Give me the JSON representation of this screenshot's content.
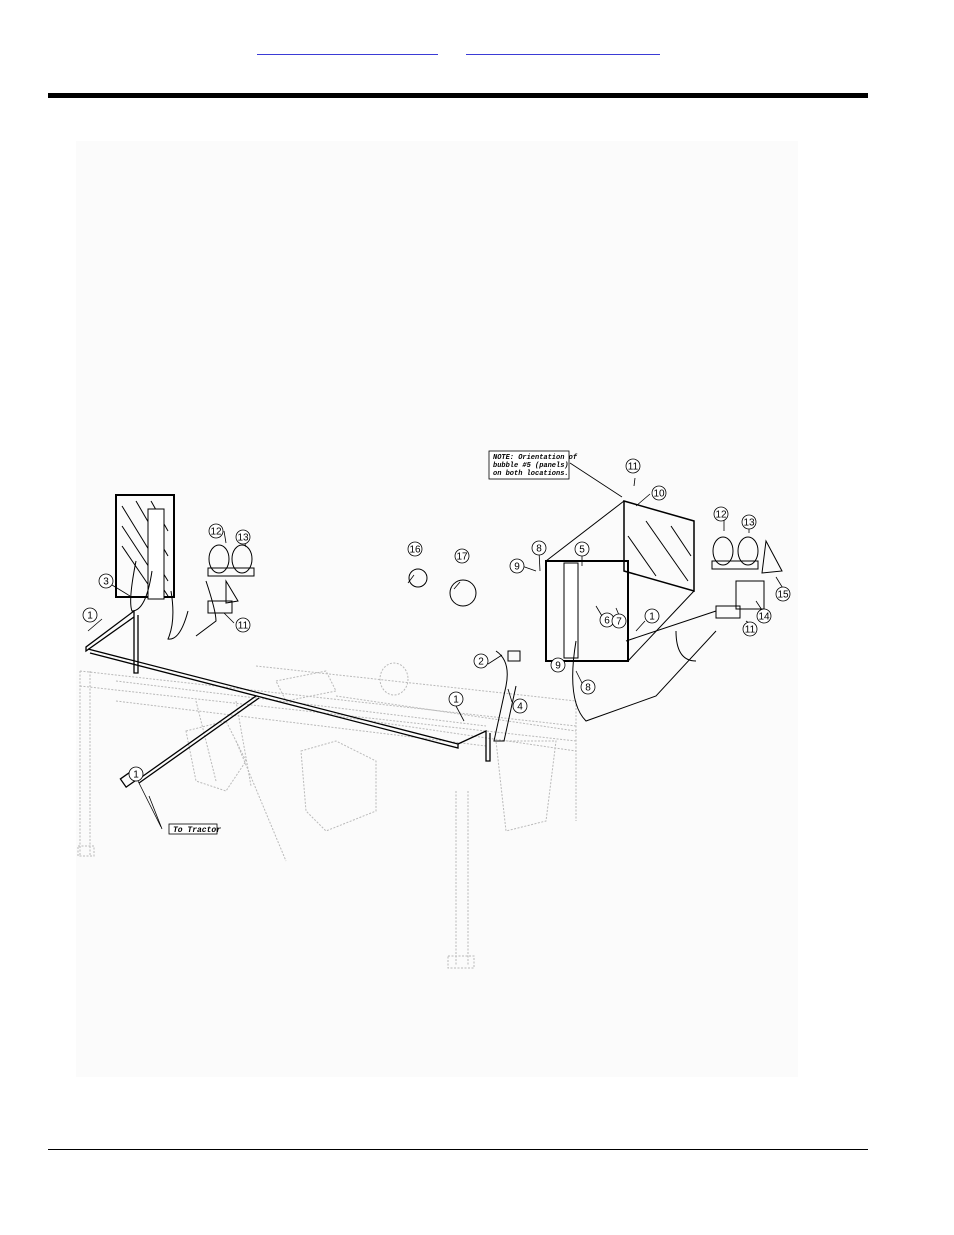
{
  "header": {
    "links": [
      {
        "label": ""
      },
      {
        "label": ""
      }
    ]
  },
  "diagram": {
    "note": {
      "line1": "NOTE: Orientation of",
      "line2": "bubble #5 (panels)",
      "line3": "on both locations."
    },
    "callout_to_tractor": "To Tractor",
    "bubbles": [
      "1",
      "1",
      "1",
      "1",
      "2",
      "3",
      "4",
      "5",
      "6",
      "7",
      "8",
      "8",
      "9",
      "9",
      "10",
      "11",
      "11",
      "11",
      "12",
      "12",
      "13",
      "13",
      "14",
      "15",
      "16",
      "17"
    ]
  }
}
